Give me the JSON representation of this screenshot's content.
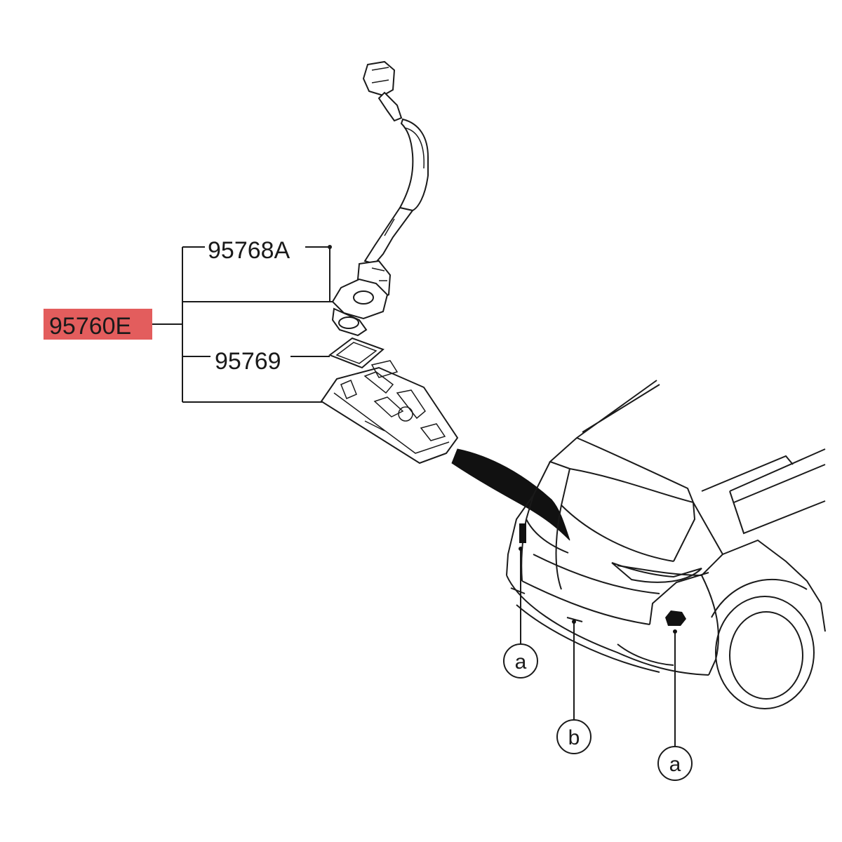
{
  "diagram": {
    "labels": {
      "assembly": "95760E",
      "camera_bracket": "95768A",
      "gasket": "95769"
    },
    "callouts": {
      "left_a": "a",
      "center_b": "b",
      "right_a": "a"
    },
    "highlight_color": "#e35d5d"
  }
}
